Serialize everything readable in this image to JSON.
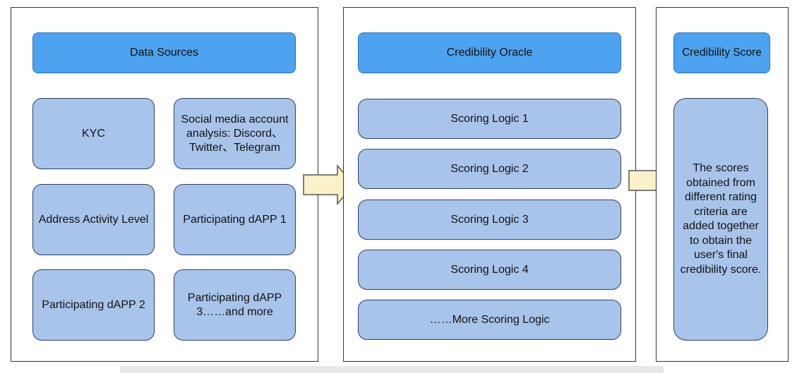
{
  "colors": {
    "header_fill": "#4da3f0",
    "box_fill": "#a9c4ea",
    "arrow_fill": "#fbf1c8",
    "border": "#333333"
  },
  "data_sources": {
    "title": "Data Sources",
    "items": [
      "KYC",
      "Social media account analysis: Discord、Twitter、Telegram",
      "Address Activity Level",
      "Participating dAPP 1",
      "Participating dAPP 2",
      "Participating dAPP 3……and more"
    ]
  },
  "credibility_oracle": {
    "title": "Credibility Oracle",
    "items": [
      "Scoring Logic 1",
      "Scoring Logic 2",
      "Scoring Logic 3",
      "Scoring Logic 4",
      "……More Scoring Logic"
    ]
  },
  "credibility_score": {
    "title": "Credibility Score",
    "description": "The scores obtained from different rating criteria are added together to obtain the user's final credibility score."
  },
  "arrows": [
    {
      "from": "Data Sources",
      "to": "Credibility Oracle",
      "icon": "right-arrow-icon"
    },
    {
      "from": "Credibility Oracle",
      "to": "Credibility Score",
      "icon": "right-arrow-icon"
    }
  ]
}
